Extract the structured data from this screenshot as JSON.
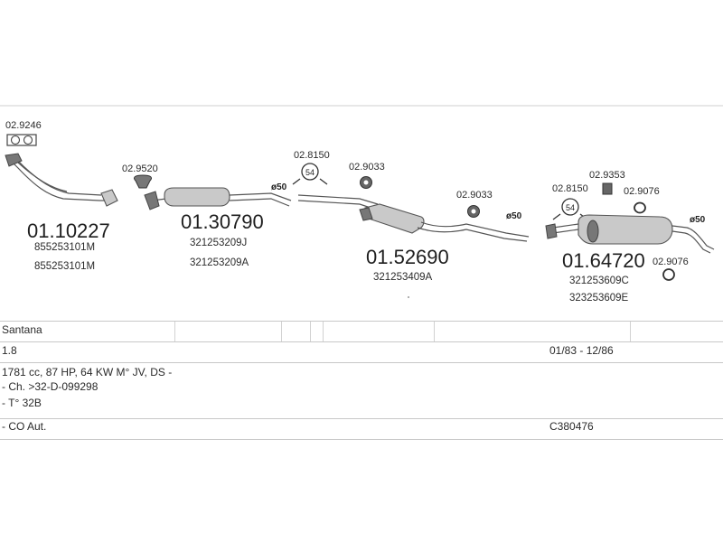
{
  "parts": {
    "exhaust_1": {
      "number": "01.10227",
      "oem": [
        "855253101M",
        "855253101M"
      ]
    },
    "exhaust_2": {
      "number": "01.30790",
      "oem": [
        "321253209J",
        "321253209A"
      ]
    },
    "exhaust_3": {
      "number": "01.52690",
      "oem": [
        "321253409A"
      ]
    },
    "exhaust_4": {
      "number": "01.64720",
      "oem": [
        "321253609C",
        "323253609E"
      ]
    },
    "accessories": {
      "gasket_front": "02.9246",
      "ring_1": "02.9520",
      "clamp_1": "02.8150",
      "clamp_1_size": "54",
      "rubber_1": "02.9033",
      "rubber_2": "02.9033",
      "clamp_2": "02.8150",
      "clamp_2_size": "54",
      "rubber_3": "02.9353",
      "ring_2": "02.9076",
      "ring_3": "02.9076"
    },
    "diameters": [
      "ø50",
      "ø50",
      "ø50"
    ]
  },
  "spec": {
    "model": "Santana",
    "engine": "1.8",
    "years": "01/83 - 12/86",
    "details": "1781 cc, 87 HP, 64 KW M° JV, DS -",
    "chassis": "- Ch. >32-D-099298",
    "type": "- T° 32B",
    "co": "- CO Aut.",
    "code": "C380476"
  }
}
